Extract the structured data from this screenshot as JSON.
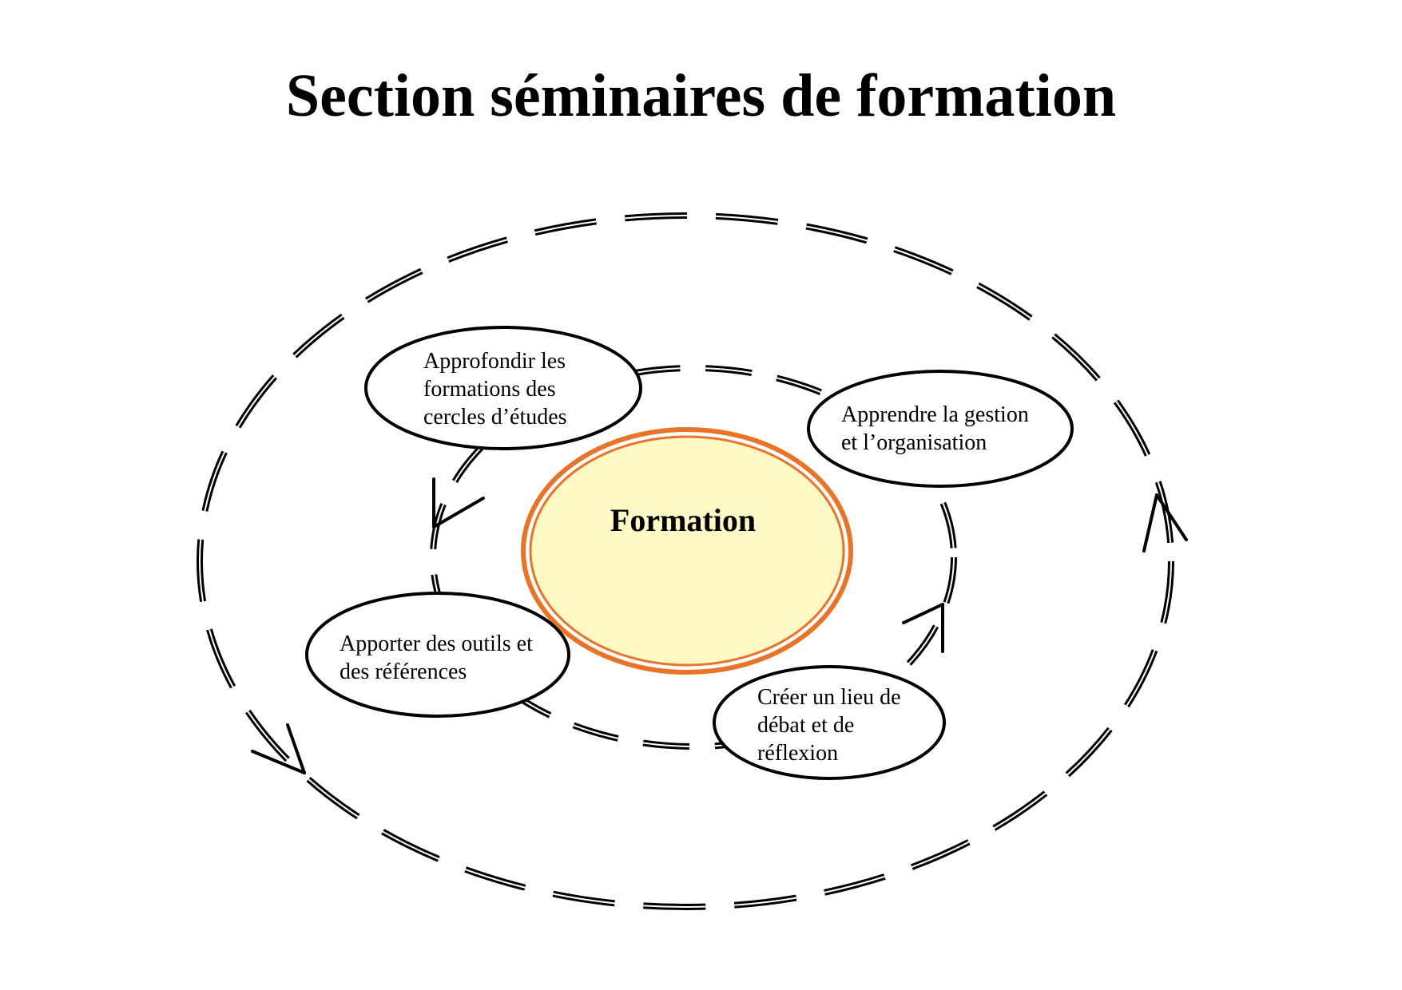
{
  "title": "Section séminaires de formation",
  "center": {
    "label": "Formation",
    "fill_color": "#fdf9c4",
    "ring_color": "#e8742a"
  },
  "bubbles": [
    {
      "id": "approfondir",
      "lines": [
        "Approfondir les",
        "formations des",
        "cercles d’études"
      ]
    },
    {
      "id": "apprendre",
      "lines": [
        "Apprendre la gestion",
        "et l’organisation"
      ]
    },
    {
      "id": "creer",
      "lines": [
        "Créer un lieu de",
        "débat et de",
        "réflexion"
      ]
    },
    {
      "id": "apporter",
      "lines": [
        "Apporter des outils et",
        "des références"
      ]
    }
  ],
  "stroke_color": "#000000"
}
